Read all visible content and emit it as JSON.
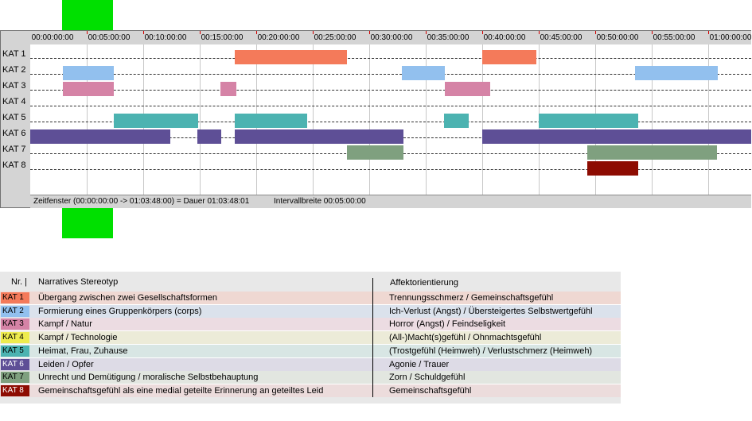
{
  "colors": {
    "kat1": "#f47a5a",
    "kat2": "#92c0ee",
    "kat3": "#d583a6",
    "kat4": "#eeeb4e",
    "kat5": "#4cb3b1",
    "kat6": "#5e4f96",
    "kat7": "#7fa07f",
    "kat8": "#8d0c02",
    "marker": "#00e000"
  },
  "timeline": {
    "categories": [
      "KAT 1",
      "KAT 2",
      "KAT 3",
      "KAT 4",
      "KAT 5",
      "KAT 6",
      "KAT 7",
      "KAT 8"
    ],
    "ticks": [
      "00:00:00:00",
      "00:05:00:00",
      "00:10:00:00",
      "00:15:00:00",
      "00:20:00:00",
      "00:25:00:00",
      "00:30:00:00",
      "00:35:00:00",
      "00:40:00:00",
      "00:45:00:00",
      "00:50:00:00",
      "00:55:00:00",
      "01:00:00:00"
    ],
    "segments_minutes": [
      {
        "kat": 1,
        "start": 18.1,
        "end": 28.0
      },
      {
        "kat": 1,
        "start": 40.0,
        "end": 44.8
      },
      {
        "kat": 2,
        "start": 2.9,
        "end": 7.4
      },
      {
        "kat": 2,
        "start": 32.9,
        "end": 36.7
      },
      {
        "kat": 2,
        "start": 53.5,
        "end": 60.8
      },
      {
        "kat": 3,
        "start": 2.9,
        "end": 7.4
      },
      {
        "kat": 3,
        "start": 16.8,
        "end": 18.2
      },
      {
        "kat": 3,
        "start": 36.7,
        "end": 40.7
      },
      {
        "kat": 5,
        "start": 7.4,
        "end": 14.9
      },
      {
        "kat": 5,
        "start": 18.1,
        "end": 24.5
      },
      {
        "kat": 5,
        "start": 36.6,
        "end": 38.8
      },
      {
        "kat": 5,
        "start": 45.0,
        "end": 53.8
      },
      {
        "kat": 6,
        "start": 0.0,
        "end": 12.4
      },
      {
        "kat": 6,
        "start": 14.8,
        "end": 16.9
      },
      {
        "kat": 6,
        "start": 18.1,
        "end": 33.0
      },
      {
        "kat": 6,
        "start": 40.0,
        "end": 63.8
      },
      {
        "kat": 7,
        "start": 28.0,
        "end": 33.0
      },
      {
        "kat": 7,
        "start": 49.3,
        "end": 60.8
      },
      {
        "kat": 8,
        "start": 49.3,
        "end": 53.8
      }
    ],
    "status_window": "Zeitfenster (00:00:00:00 -> 01:03:48:00) = Dauer 01:03:48:01",
    "status_interval": "Intervallbreite 00:05:00:00"
  },
  "legend": {
    "header_nr": "Nr. |",
    "header_stereotype": "Narratives Stereotyp",
    "header_affect": "Affektorientierung",
    "rows": [
      {
        "badge": "KAT 1",
        "stereotype": "Übergang zwischen zwei Gesellschaftsformen",
        "affect": "Trennungsschmerz / Gemeinschaftsgefühl"
      },
      {
        "badge": "KAT 2",
        "stereotype": "Formierung eines Gruppenkörpers (corps)",
        "affect": "Ich-Verlust (Angst) / Übersteigertes Selbstwertgefühl"
      },
      {
        "badge": "KAT 3",
        "stereotype": "Kampf / Natur",
        "affect": "Horror (Angst) / Feindseligkeit"
      },
      {
        "badge": "KAT 4",
        "stereotype": "Kampf / Technologie",
        "affect": "(All-)Macht(s)gefühl / Ohnmachtsgefühl"
      },
      {
        "badge": "KAT 5",
        "stereotype": "Heimat, Frau, Zuhause",
        "affect": "(Trostgefühl (Heimweh) / Verlustschmerz (Heimweh)"
      },
      {
        "badge": "KAT 6",
        "stereotype": "Leiden / Opfer",
        "affect": "Agonie / Trauer"
      },
      {
        "badge": "KAT 7",
        "stereotype": "Unrecht und Demütigung / moralische Selbstbehauptung",
        "affect": "Zorn / Schuldgefühl"
      },
      {
        "badge": "KAT 8",
        "stereotype": "Gemeinschaftsgefühl als eine medial geteilte Erinnerung an geteiltes Leid",
        "affect": "Gemeinschaftsgefühl"
      }
    ]
  }
}
